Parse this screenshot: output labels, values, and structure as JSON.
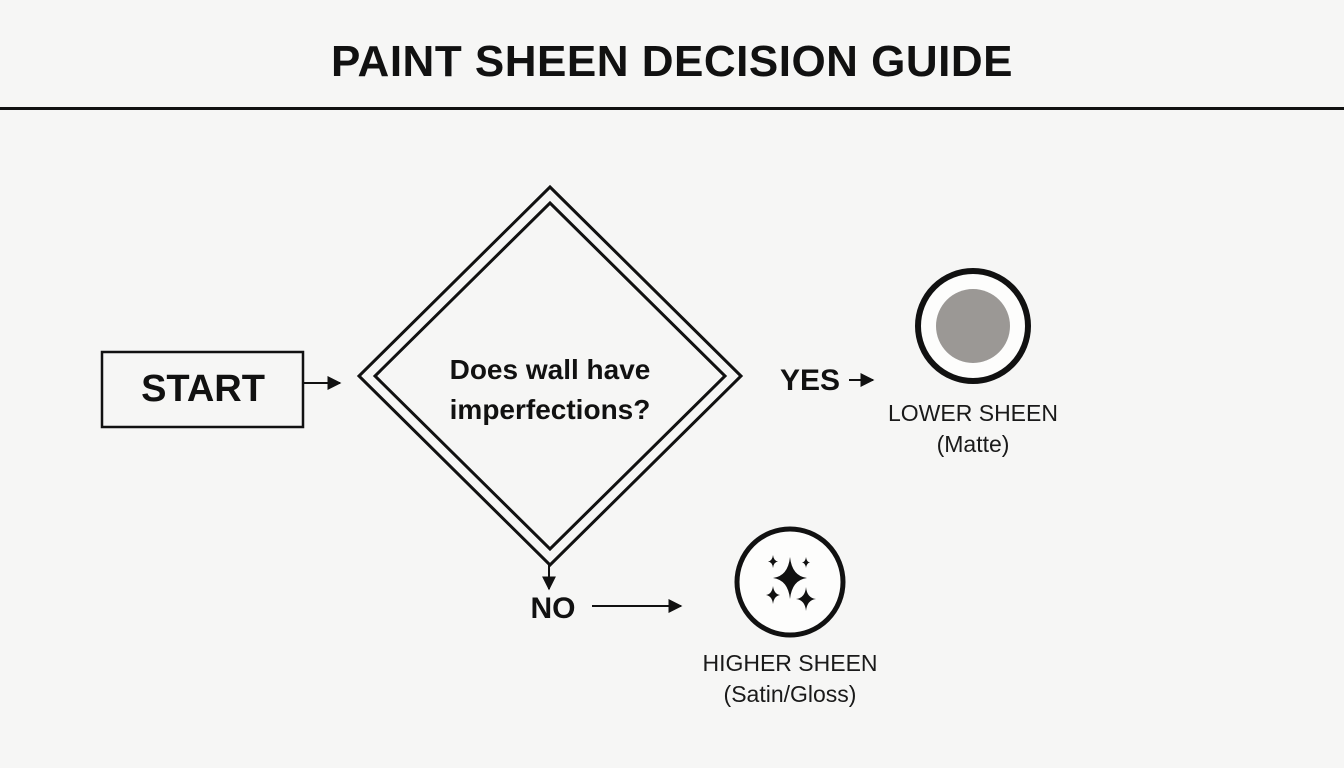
{
  "title": "PAINT SHEEN DECISION GUIDE",
  "start": {
    "label": "START"
  },
  "decision": {
    "question_line1": "Does wall have",
    "question_line2": "imperfections?"
  },
  "branches": {
    "yes_label": "YES",
    "no_label": "NO"
  },
  "outcomes": {
    "lower": {
      "line1": "LOWER SHEEN",
      "line2": "(Matte)",
      "icon": "matte-circle-icon",
      "fill_color": "#9b9895"
    },
    "higher": {
      "line1": "HIGHER SHEEN",
      "line2": "(Satin/Gloss)",
      "icon": "sparkle-icon"
    }
  },
  "colors": {
    "ink": "#111111",
    "background": "#f6f6f5"
  }
}
